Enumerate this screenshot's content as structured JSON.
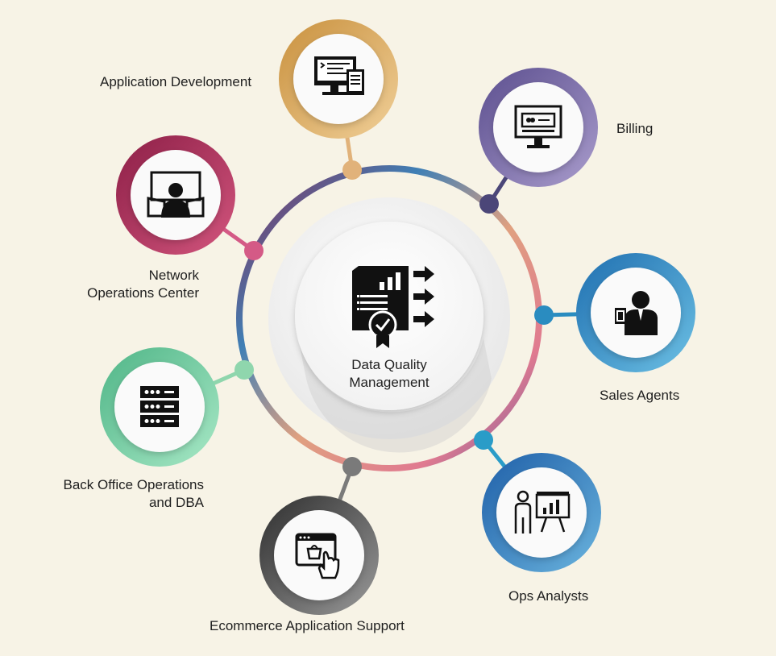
{
  "center": {
    "title_line1": "Data Quality",
    "title_line2": "Management",
    "icon": "document-chart-certificate-icon"
  },
  "nodes": [
    {
      "id": "app-dev",
      "label_lines": [
        "Application Development"
      ],
      "icon": "code-monitor-icon",
      "color": "#d9a75c"
    },
    {
      "id": "billing",
      "label_lines": [
        "Billing"
      ],
      "icon": "billing-monitor-icon",
      "color": "#7b6aa3"
    },
    {
      "id": "sales",
      "label_lines": [
        "Sales Agents"
      ],
      "icon": "businessman-icon",
      "color": "#2e86c1"
    },
    {
      "id": "ops",
      "label_lines": [
        "Ops Analysts"
      ],
      "icon": "analyst-presentation-icon",
      "color": "#3a7fbf"
    },
    {
      "id": "ecom",
      "label_lines": [
        "Ecommerce Application Support"
      ],
      "icon": "shop-cart-click-icon",
      "color": "#4a4a4a"
    },
    {
      "id": "backoffice",
      "label_lines": [
        "Back Office Operations",
        "and DBA"
      ],
      "icon": "server-rack-icon",
      "color": "#6cc89a"
    },
    {
      "id": "noc",
      "label_lines": [
        "Network",
        "Operations Center"
      ],
      "icon": "operator-monitors-icon",
      "color": "#a3234f"
    }
  ],
  "colors": {
    "background": "#f7f3e6",
    "ring_gradient": [
      "#d9a75c",
      "#4aa3c9",
      "#e88fa0",
      "#2e86c1",
      "#a3234f",
      "#7b6aa3"
    ]
  }
}
